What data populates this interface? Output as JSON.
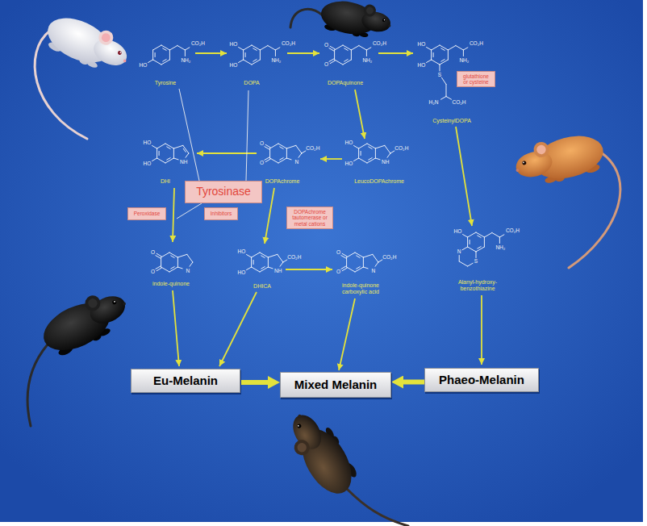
{
  "diagram": {
    "nodes": [
      {
        "text": [
          "glutathione or cysteine"
        ]
      },
      {
        "text": [
          "Tyrosinase"
        ]
      },
      {
        "text": [
          "Peroxidase"
        ]
      },
      {
        "text": [
          "Inhibitors"
        ]
      },
      {
        "text": [
          "DOPAchrome tautomerase or metal cations"
        ]
      },
      {
        "text": [
          "Eu-Melanin"
        ]
      },
      {
        "text": [
          "Mixed Melanin"
        ]
      },
      {
        "text": [
          "Phaeo-Melanin"
        ]
      }
    ],
    "edges": [
      {
        "from": 5,
        "to": 6,
        "arrow": "to"
      },
      {
        "from": 7,
        "to": 6,
        "arrow": "to"
      }
    ],
    "labels": [
      "Tyrosine",
      "HO",
      "CO₂H",
      "NH₂",
      "DOPA",
      "HO",
      "HO",
      "CO₂H",
      "NH₂",
      "DOPAquinone",
      "O",
      "O",
      "CO₂H",
      "NH₂",
      "CysteinylDOPA",
      "HO",
      "HO",
      "CO₂H",
      "NH₂",
      "S",
      "H₂N",
      "CO₂H",
      "LeucoDOPAchrome",
      "HO",
      "HO",
      "NH",
      "CO₂H",
      "DOPAchrome",
      "O",
      "O",
      "N",
      "CO₂H",
      "DHI",
      "HO",
      "HO",
      "NH",
      "indole-quinone",
      "O",
      "O",
      "N",
      "DHICA",
      "HO",
      "HO",
      "NH",
      "CO₂H",
      "indole-quinone carboxylic acid",
      "O",
      "O",
      "N",
      "CO₂H",
      "Alanyl-hydroxy-benzothiazine",
      "HO",
      "CO₂H",
      "NH₂",
      "N",
      "S"
    ]
  }
}
